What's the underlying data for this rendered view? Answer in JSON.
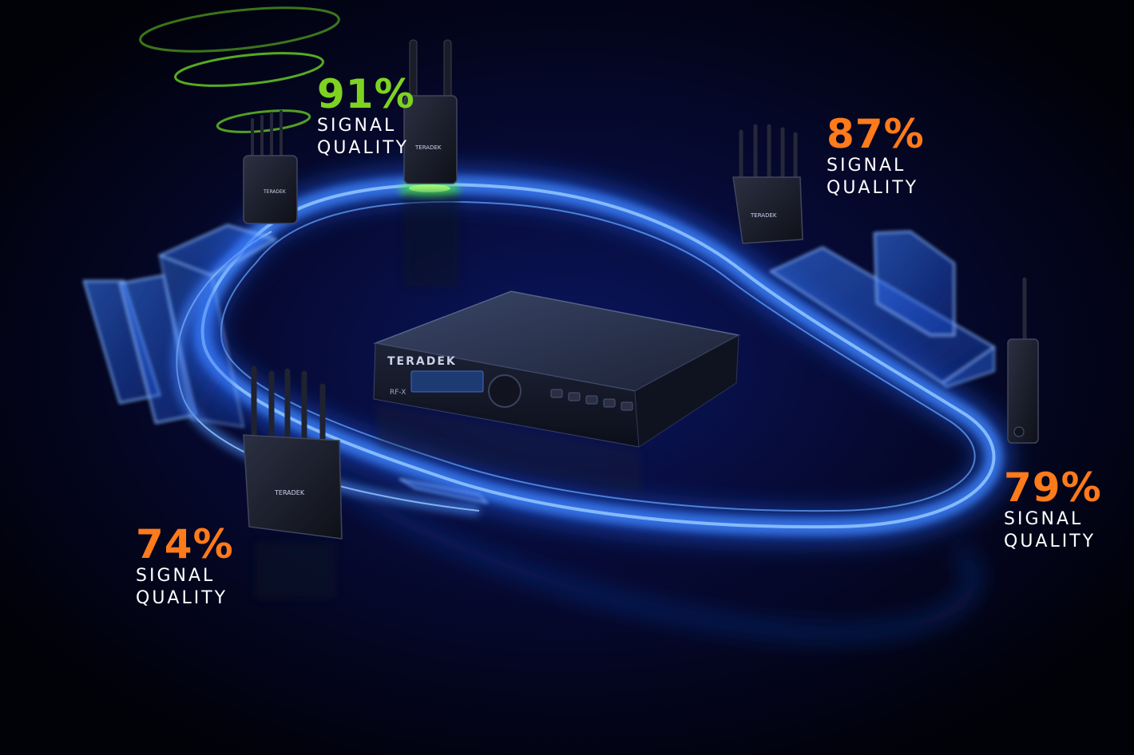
{
  "scene": {
    "description_brand": "TERADEK",
    "hub_model": "RF-X",
    "colors": {
      "background": "#02020a",
      "ring": "#2f7bff",
      "good": "#7ed321",
      "fair": "#ff7a1a"
    }
  },
  "stations": [
    {
      "id": "top-center",
      "value": "91%",
      "label": "SIGNAL QUALITY",
      "status": "good"
    },
    {
      "id": "top-right",
      "value": "87%",
      "label": "SIGNAL QUALITY",
      "status": "fair"
    },
    {
      "id": "right",
      "value": "79%",
      "label": "SIGNAL QUALITY",
      "status": "fair"
    },
    {
      "id": "bottom-left",
      "value": "74%",
      "label": "SIGNAL QUALITY",
      "status": "fair"
    }
  ]
}
